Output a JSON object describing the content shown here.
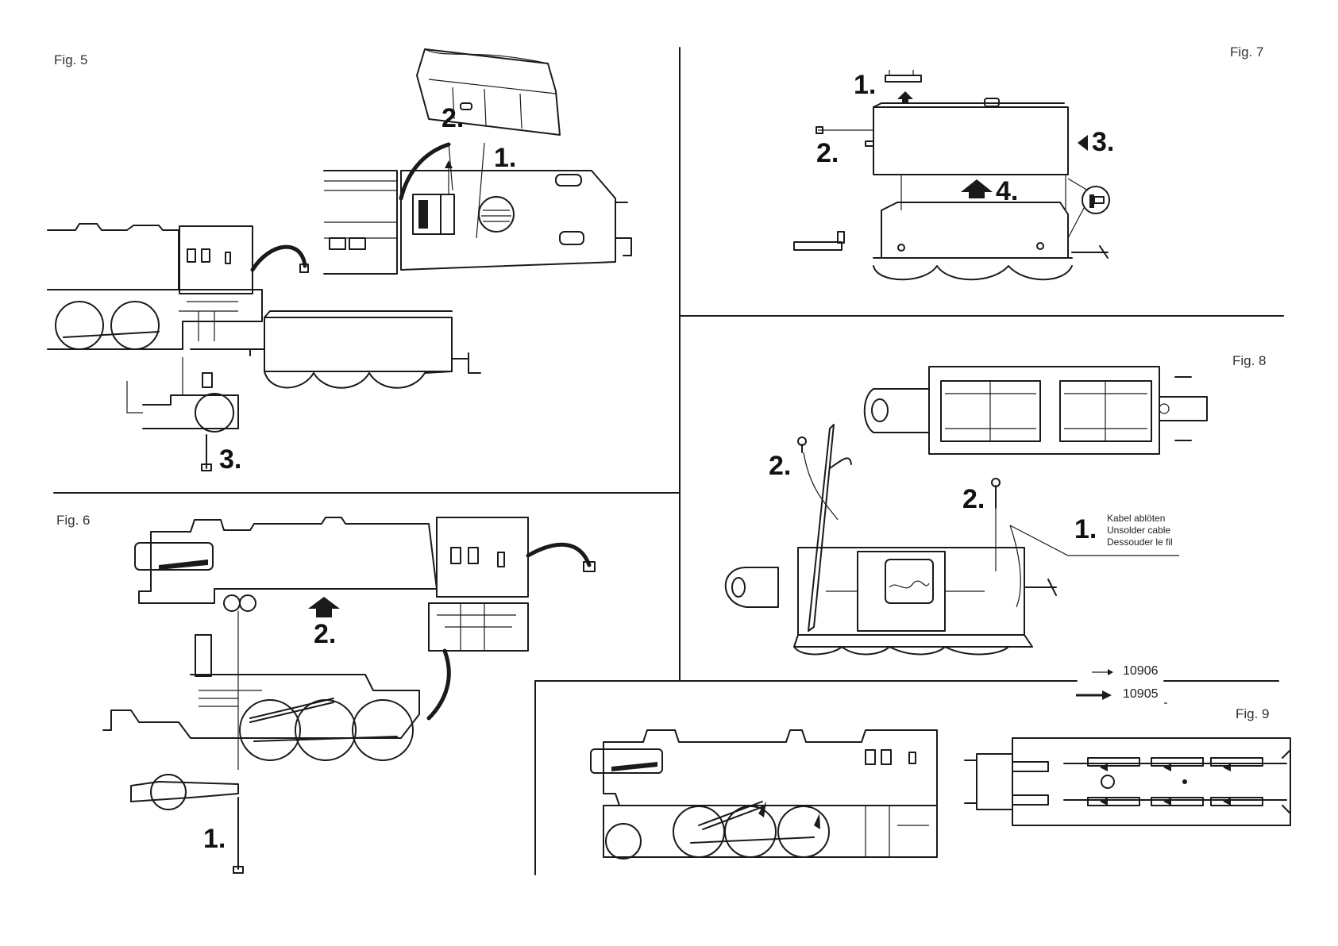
{
  "figures": {
    "fig5": {
      "label": "Fig. 5",
      "steps": [
        "2.",
        "1.",
        "3."
      ]
    },
    "fig6": {
      "label": "Fig. 6",
      "steps": [
        "2.",
        "1."
      ]
    },
    "fig7": {
      "label": "Fig. 7",
      "steps": [
        "1.",
        "2.",
        "3.",
        "4."
      ]
    },
    "fig8": {
      "label": "Fig. 8",
      "steps": [
        "2.",
        "2.",
        "1."
      ],
      "note": {
        "de": "Kabel ablöten",
        "en": "Unsolder cable",
        "fr": "Dessouder le fil"
      }
    },
    "fig9": {
      "label": "Fig. 9",
      "legend": [
        {
          "part": "10906",
          "arrow": "thin"
        },
        {
          "part": "10905",
          "arrow": "bold"
        }
      ]
    }
  }
}
